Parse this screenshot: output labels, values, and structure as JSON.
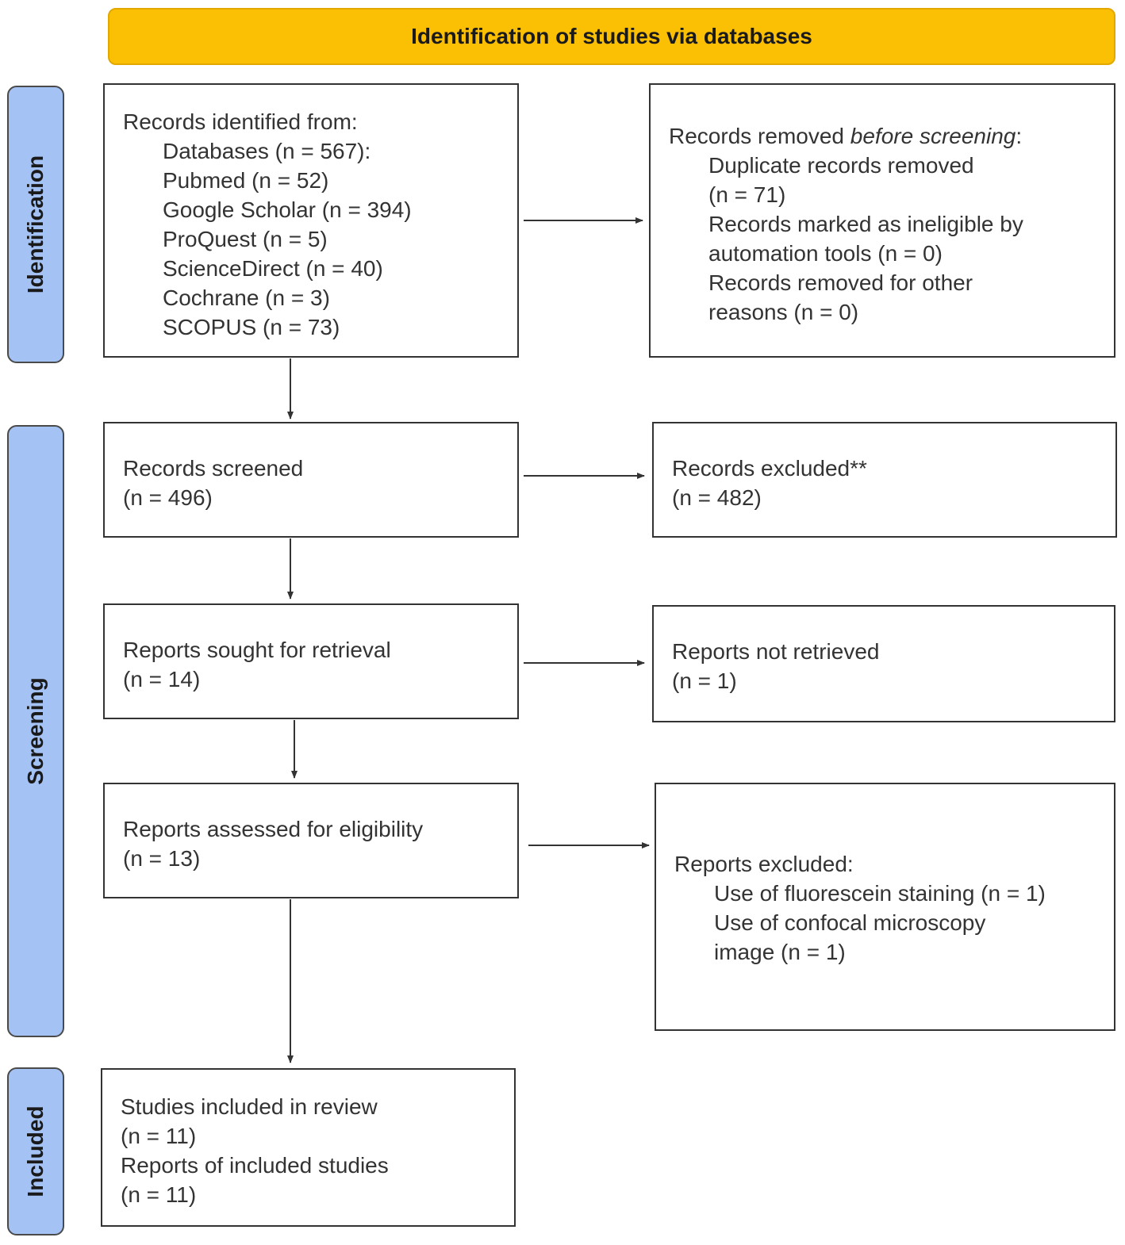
{
  "header": {
    "title": "Identification of studies via databases"
  },
  "phases": {
    "identification": "Identification",
    "screening": "Screening",
    "included": "Included"
  },
  "identified": {
    "title": "Records identified from:",
    "items": [
      "Databases (n = 567):",
      "Pubmed (n = 52)",
      "Google Scholar (n = 394)",
      "ProQuest (n = 5)",
      "ScienceDirect (n = 40)",
      "Cochrane (n = 3)",
      "SCOPUS (n = 73)"
    ]
  },
  "removed": {
    "title_prefix": "Records removed ",
    "title_emphasis": "before screening",
    "title_suffix": ":",
    "items": [
      "Duplicate records removed",
      "(n = 71)",
      "Records marked as ineligible by",
      "automation tools (n = 0)",
      "Records removed for other",
      "reasons (n = 0)"
    ]
  },
  "screened": {
    "title": "Records screened",
    "count": "(n = 496)"
  },
  "excluded": {
    "title": "Records excluded**",
    "count": "(n = 482)"
  },
  "sought": {
    "title": "Reports sought for retrieval",
    "count": "(n = 14)"
  },
  "not_retrieved": {
    "title": "Reports not retrieved",
    "count": "(n = 1)"
  },
  "assessed": {
    "title": "Reports assessed for eligibility",
    "count": "(n = 13)"
  },
  "reports_excluded": {
    "title": "Reports excluded:",
    "items": [
      "Use of fluorescein staining (n = 1)",
      "Use of confocal microscopy",
      "image (n = 1)"
    ]
  },
  "included": {
    "studies_title": "Studies included in review",
    "studies_count": "(n = 11)",
    "reports_title": "Reports of included studies",
    "reports_count": "(n = 11)"
  },
  "colors": {
    "header_fill": "#fbbf04",
    "phase_fill": "#a4c2f4",
    "box_border": "#333333",
    "arrow": "#333333"
  }
}
